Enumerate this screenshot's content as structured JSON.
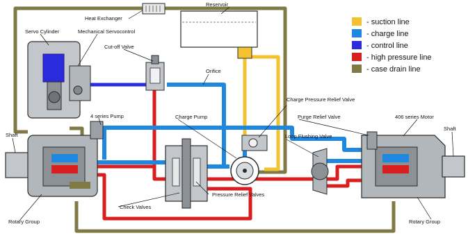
{
  "colors": {
    "suction": "#f2c230",
    "charge": "#1e88e0",
    "control": "#2a2adf",
    "high_pressure": "#d81e1e",
    "case_drain": "#7f7a45",
    "metal": "#9aa0a6",
    "dark": "#2b2b2b"
  },
  "labels": {
    "heat_exchanger": "Heat Exchanger",
    "reservoir": "Reservoir",
    "servo_cylinder": "Servo Cylinder",
    "mechanical_servocontrol": "Mechanical Servocontrol",
    "cutoff_valve": "Cut-off Valve",
    "orifice": "Orifice",
    "charge_pressure_relief_valve": "Charge Pressure Relief Valve",
    "pump_series": "4 series Pump",
    "charge_pump": "Charge Pump",
    "purge_relief_valve": "Purge Relief Valve",
    "motor_series": "406 series Motor",
    "loop_flushing_valve": "Loop Flushing Valve",
    "shaft_left": "Shaft",
    "shaft_right": "Shaft",
    "check_valves": "Check Valves",
    "pressure_relief_valves": "Pressure Relief Valves",
    "rotary_group_left": "Rotary Group",
    "rotary_group_right": "Rotary Group"
  },
  "legend": [
    {
      "label": "- suction line",
      "color": "#f2c230"
    },
    {
      "label": "- charge line",
      "color": "#1e88e0"
    },
    {
      "label": "- control line",
      "color": "#2a2adf"
    },
    {
      "label": "- high pressure line",
      "color": "#d81e1e"
    },
    {
      "label": "- case drain line",
      "color": "#7f7a45"
    }
  ]
}
